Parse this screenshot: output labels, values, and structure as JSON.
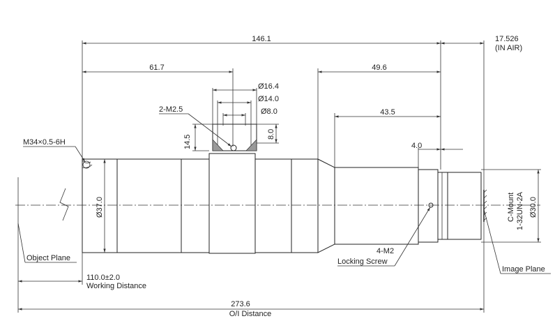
{
  "dimensions": {
    "total_length": "146.1",
    "in_air_value": "17.526",
    "in_air_note": "(IN AIR)",
    "mount_offset": "61.7",
    "rear_49": "49.6",
    "rear_43": "43.5",
    "flange_4": "4.0",
    "dia_16_4": "Ø16.4",
    "dia_14_0": "Ø14.0",
    "dia_8_0": "Ø8.0",
    "height_14_5": "14.5",
    "height_8_0": "8.0",
    "dia_37": "Ø37.0",
    "dia_30": "Ø30.0",
    "working_distance_value": "110.0±2.0",
    "oi_distance_value": "273.6"
  },
  "labels": {
    "front_thread": "M34×0.5-6H",
    "screw_2m25": "2-M2.5",
    "object_plane": "Object Plane",
    "working_distance": "Working Distance",
    "locking_screw_count": "4-M2",
    "locking_screw": "Locking Screw",
    "image_plane": "Image Plane",
    "oi_distance": "O/I Distance",
    "c_mount": "C-Mount",
    "c_mount_thread": "1-32UN-2A"
  }
}
